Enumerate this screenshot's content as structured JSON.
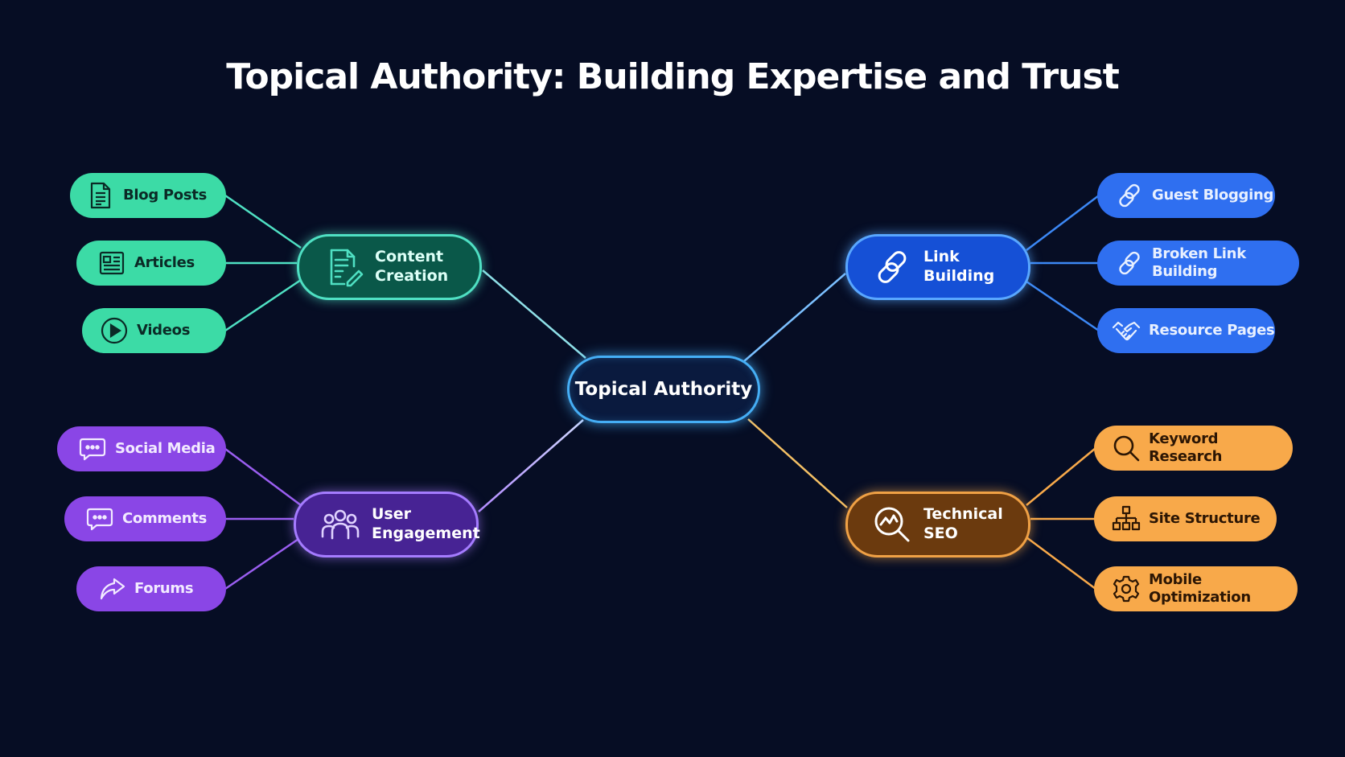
{
  "title": "Topical Authority: Building Expertise and Trust",
  "center": {
    "label": "Topical Authority"
  },
  "colors": {
    "background": "#060d24",
    "center": "#45aef5",
    "content_creation": "#3cdba6",
    "link_building": "#2f6ff0",
    "user_engagement": "#8a46e6",
    "technical_seo": "#f8a94a"
  },
  "branches": [
    {
      "label": "Content\nCreation",
      "icon": "document-edit-icon",
      "items": [
        {
          "label": "Blog Posts",
          "icon": "document-icon"
        },
        {
          "label": "Articles",
          "icon": "newspaper-icon"
        },
        {
          "label": "Videos",
          "icon": "play-circle-icon"
        }
      ]
    },
    {
      "label": "Link Building",
      "icon": "link-icon",
      "items": [
        {
          "label": "Guest Blogging",
          "icon": "link-icon"
        },
        {
          "label": "Broken Link Building",
          "icon": "link-icon"
        },
        {
          "label": "Resource Pages",
          "icon": "handshake-icon"
        }
      ]
    },
    {
      "label": "User\nEngagement",
      "icon": "users-icon",
      "items": [
        {
          "label": "Social Media",
          "icon": "chat-bubble-icon"
        },
        {
          "label": "Comments",
          "icon": "chat-bubble-icon"
        },
        {
          "label": "Forums",
          "icon": "share-arrow-icon"
        }
      ]
    },
    {
      "label": "Technical SEO",
      "icon": "analytics-search-icon",
      "items": [
        {
          "label": "Keyword Research",
          "icon": "magnifier-icon"
        },
        {
          "label": "Site Structure",
          "icon": "sitemap-icon"
        },
        {
          "label": "Mobile Optimization",
          "icon": "gear-icon"
        }
      ]
    }
  ]
}
